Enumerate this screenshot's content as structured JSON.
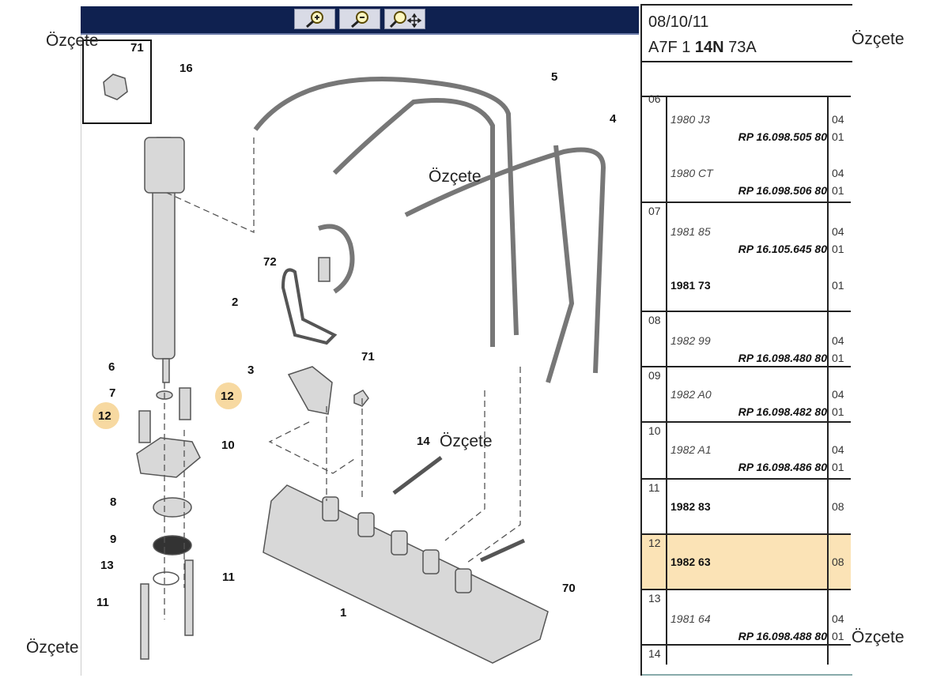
{
  "toolbar": {
    "buttons": [
      {
        "name": "zoom-in",
        "icon": "magnifier-plus-icon"
      },
      {
        "name": "zoom-out",
        "icon": "magnifier-minus-icon"
      },
      {
        "name": "zoom-pan",
        "icon": "magnifier-move-icon"
      }
    ]
  },
  "watermark": "Özçete",
  "diagram": {
    "callouts": [
      "71",
      "16",
      "5",
      "4",
      "72",
      "2",
      "6",
      "7",
      "12",
      "12",
      "3",
      "71",
      "10",
      "14",
      "8",
      "9",
      "13",
      "11",
      "11",
      "70",
      "1"
    ],
    "highlighted": "12"
  },
  "panel": {
    "date": "08/10/11",
    "code_prefix": "A7F 1 ",
    "code_bold": "14N",
    "code_suffix": " 73A",
    "rows": [
      {
        "num": "06",
        "entries": [
          {
            "ref": "1980 J3",
            "rp": "RP 16.098.505 80",
            "q1": "04",
            "q2": "01"
          },
          {
            "ref": "1980 CT",
            "rp": "RP 16.098.506 80",
            "q1": "04",
            "q2": "01"
          }
        ]
      },
      {
        "num": "07",
        "entries": [
          {
            "ref": "1981 85",
            "rp": "RP 16.105.645 80",
            "q1": "04",
            "q2": "01"
          }
        ],
        "bold_ref": "1981 73",
        "bold_qty": "01"
      },
      {
        "num": "08",
        "entries": [
          {
            "ref": "1982 99",
            "rp": "RP 16.098.480 80",
            "q1": "04",
            "q2": "01"
          }
        ]
      },
      {
        "num": "09",
        "entries": [
          {
            "ref": "1982 A0",
            "rp": "RP 16.098.482 80",
            "q1": "04",
            "q2": "01"
          }
        ]
      },
      {
        "num": "10",
        "entries": [
          {
            "ref": "1982 A1",
            "rp": "RP 16.098.486 80",
            "q1": "04",
            "q2": "01"
          }
        ]
      },
      {
        "num": "11",
        "bold_ref": "1982 83",
        "bold_qty": "08"
      },
      {
        "num": "12",
        "bold_ref": "1982 63",
        "bold_qty": "08",
        "highlight_color": "#fbe3b6"
      },
      {
        "num": "13",
        "entries": [
          {
            "ref": "1981 64",
            "rp": "RP 16.098.488 80",
            "q1": "04",
            "q2": "01"
          }
        ]
      },
      {
        "num": "14"
      }
    ]
  }
}
